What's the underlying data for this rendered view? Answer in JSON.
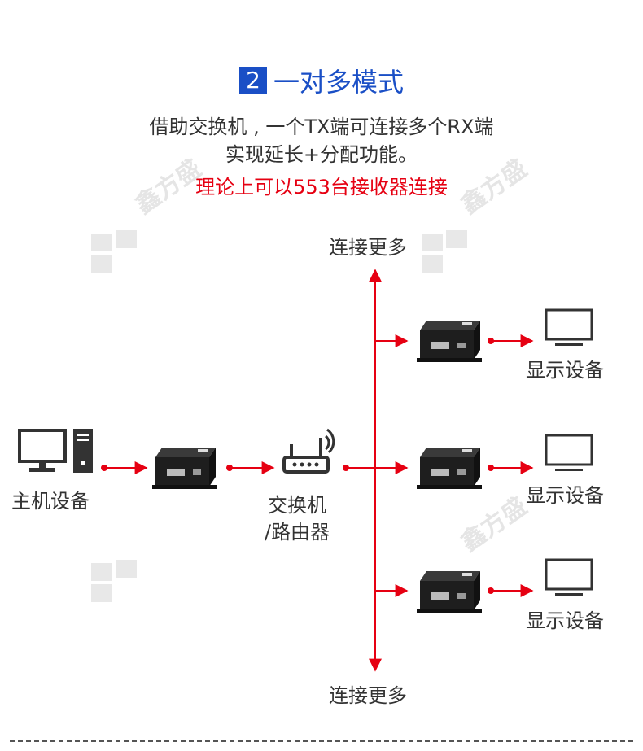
{
  "title": {
    "number": "2",
    "text": "一对多模式"
  },
  "description": {
    "line1": "借助交换机 , 一个TX端可连接多个RX端",
    "line2": "实现延长+分配功能。"
  },
  "note": "理论上可以553台接收器连接",
  "labels": {
    "more_top": "连接更多",
    "more_bottom": "连接更多",
    "host": "主机设备",
    "switch_line1": "交换机",
    "switch_line2": "/路由器",
    "display1": "显示设备",
    "display2": "显示设备",
    "display3": "显示设备"
  },
  "colors": {
    "accent_blue": "#1a4fc6",
    "red": "#e60012",
    "device": "#1e1e1e"
  },
  "icons": [
    "computer-icon",
    "router-icon",
    "extender-device-icon",
    "monitor-icon",
    "arrow-icon"
  ]
}
